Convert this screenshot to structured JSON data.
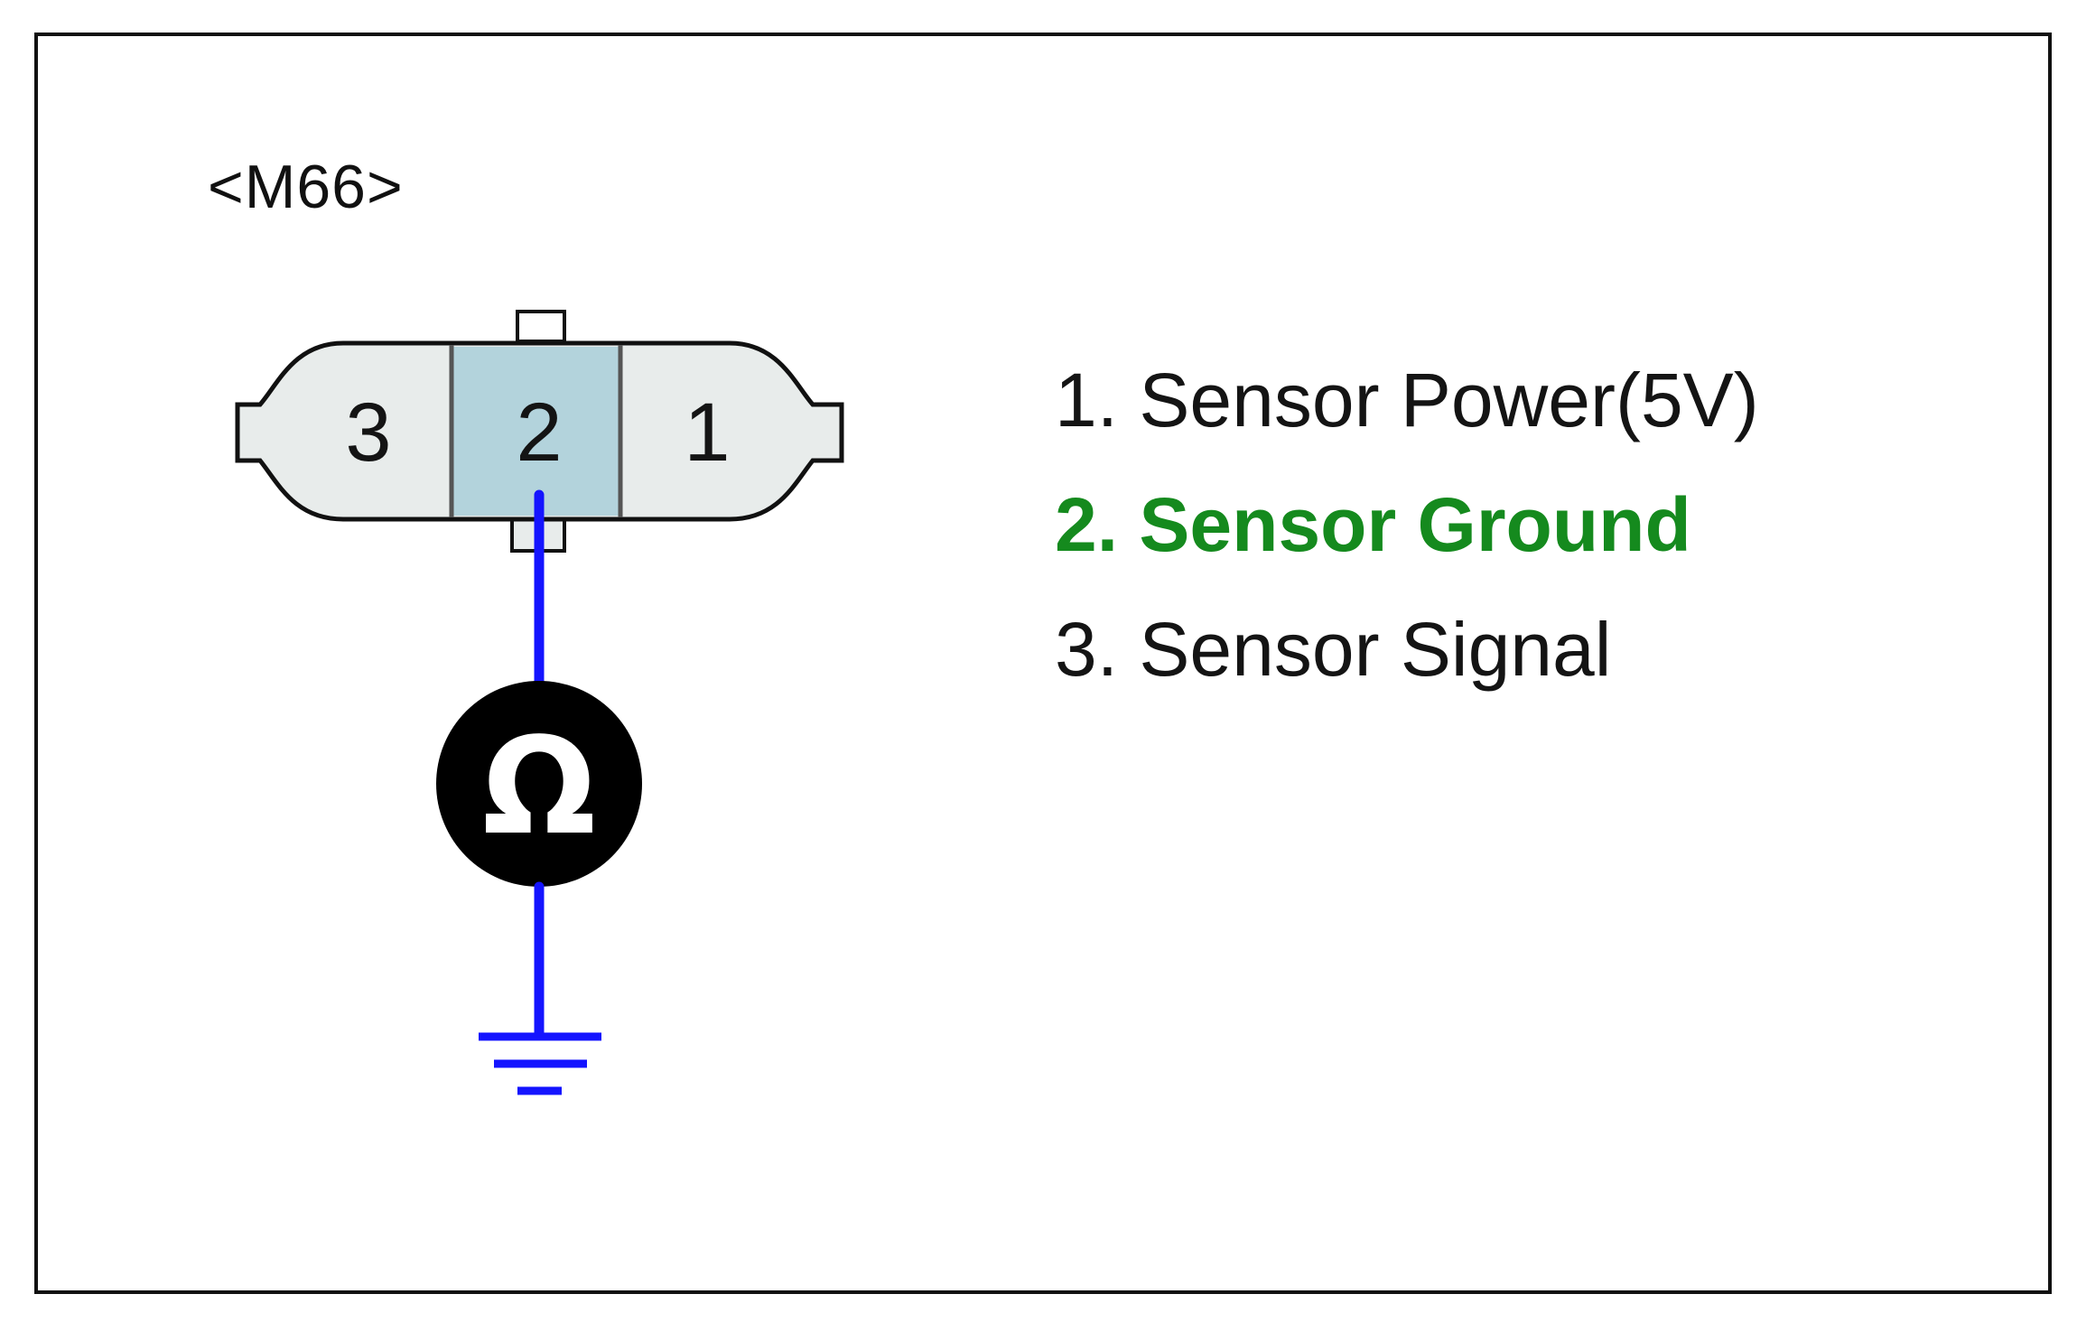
{
  "connector": {
    "label": "<M66>",
    "cavities": [
      {
        "number": "3",
        "highlighted": false
      },
      {
        "number": "2",
        "highlighted": true
      },
      {
        "number": "1",
        "highlighted": false
      }
    ]
  },
  "pins": [
    {
      "text": "1. Sensor Power(5V)",
      "highlighted": false
    },
    {
      "text": "2. Sensor Ground",
      "highlighted": true
    },
    {
      "text": "3. Sensor Signal",
      "highlighted": false
    }
  ],
  "meter": {
    "icon": "ohm-meter-icon",
    "symbol": "Ω"
  },
  "ground": {
    "icon": "ground-icon"
  },
  "colors": {
    "wire": "#1414ff",
    "highlight_text": "#158a1e",
    "highlight_cavity": "#b3d3dc",
    "cavity_fill": "#e8eceb",
    "normal_text": "#141414"
  }
}
